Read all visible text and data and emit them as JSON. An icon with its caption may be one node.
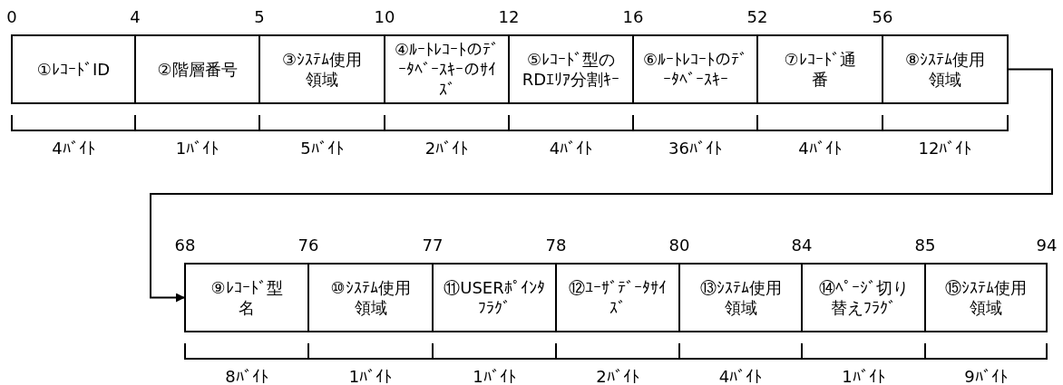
{
  "diagram": {
    "nodes": [
      {
        "text": [
          "①ﾚｺｰﾄﾞID"
        ]
      },
      {
        "text": [
          "②階層番号"
        ]
      },
      {
        "text": [
          "③ｼｽﾃﾑ使用領域"
        ]
      },
      {
        "text": [
          "④ﾙｰﾄﾚｺｰﾄのﾃﾞｰﾀﾍﾞｰｽｷｰのｻｲｽﾞ"
        ]
      },
      {
        "text": [
          "⑤ﾚｺｰﾄﾞ型のRDｴﾘｱ分割ｷｰ"
        ]
      },
      {
        "text": [
          "⑥ﾙｰﾄﾚｺｰﾄのﾃﾞｰﾀﾍﾞｰｽｷｰ"
        ]
      },
      {
        "text": [
          "⑦ﾚｺｰﾄﾞ通番"
        ]
      },
      {
        "text": [
          "⑧ｼｽﾃﾑ使用領域"
        ]
      },
      {
        "text": [
          "⑨ﾚｺｰﾄﾞ型名"
        ]
      },
      {
        "text": [
          "⑩ｼｽﾃﾑ使用領域"
        ]
      },
      {
        "text": [
          "⑪USERﾎﾟｲﾝﾀﾌﾗｸﾞ"
        ]
      },
      {
        "text": [
          "⑫ﾕｰｻﾞﾃﾞｰﾀｻｲｽﾞ"
        ]
      },
      {
        "text": [
          "⑬ｼｽﾃﾑ使用領域"
        ]
      },
      {
        "text": [
          "⑭ﾍﾟｰｼﾞ切り替えﾌﾗｸﾞ"
        ]
      },
      {
        "text": [
          "⑮ｼｽﾃﾑ使用領域"
        ]
      }
    ],
    "edges": [
      {
        "from": 7,
        "to": 8,
        "arrow": "to"
      }
    ],
    "labels": [
      "0",
      "4",
      "5",
      "10",
      "12",
      "16",
      "52",
      "56",
      "4ﾊﾞｲﾄ",
      "1ﾊﾞｲﾄ",
      "5ﾊﾞｲﾄ",
      "2ﾊﾞｲﾄ",
      "4ﾊﾞｲﾄ",
      "36ﾊﾞｲﾄ",
      "4ﾊﾞｲﾄ",
      "12ﾊﾞｲﾄ",
      "68",
      "76",
      "77",
      "78",
      "80",
      "84",
      "85",
      "94",
      "8ﾊﾞｲﾄ",
      "1ﾊﾞｲﾄ",
      "1ﾊﾞｲﾄ",
      "2ﾊﾞｲﾄ",
      "4ﾊﾞｲﾄ",
      "1ﾊﾞｲﾄ",
      "9ﾊﾞｲﾄ"
    ]
  }
}
